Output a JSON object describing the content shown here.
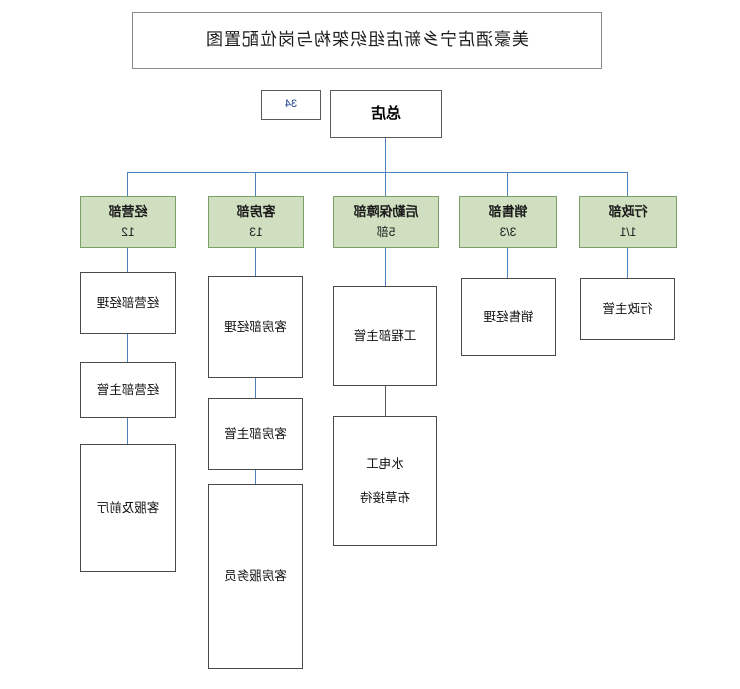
{
  "diagram": {
    "type": "org-chart",
    "title": "美豪酒店宁乡新店组织架构与岗位配置图",
    "colors": {
      "department_fill": "#cfdfc0",
      "department_border": "#7c9e68",
      "connector": "#4f81bd",
      "box_border": "#4a4a4a",
      "text": "#111111"
    },
    "root": {
      "label": "总店",
      "count": "34"
    },
    "departments": [
      {
        "id": "admin",
        "label": "行政部",
        "count": "1/1",
        "children": [
          {
            "label": "行政主管"
          }
        ]
      },
      {
        "id": "sales",
        "label": "销售部",
        "count": "3/3",
        "children": [
          {
            "label": "销售经理"
          }
        ]
      },
      {
        "id": "logistics",
        "label": "后勤保障部",
        "count": "5部",
        "children": [
          {
            "label": "工程部主管"
          },
          {
            "label": "水电工",
            "label2": "布草接待"
          }
        ]
      },
      {
        "id": "rooms",
        "label": "客房部",
        "count": "13",
        "children": [
          {
            "label": "客房部经理"
          },
          {
            "label": "客房部主管"
          },
          {
            "label": "客房服务员"
          }
        ]
      },
      {
        "id": "operations",
        "label": "经营部",
        "count": "12",
        "children": [
          {
            "label": "经营部经理"
          },
          {
            "label": "经营部主管"
          },
          {
            "label": "客服及前厅"
          }
        ]
      }
    ]
  }
}
